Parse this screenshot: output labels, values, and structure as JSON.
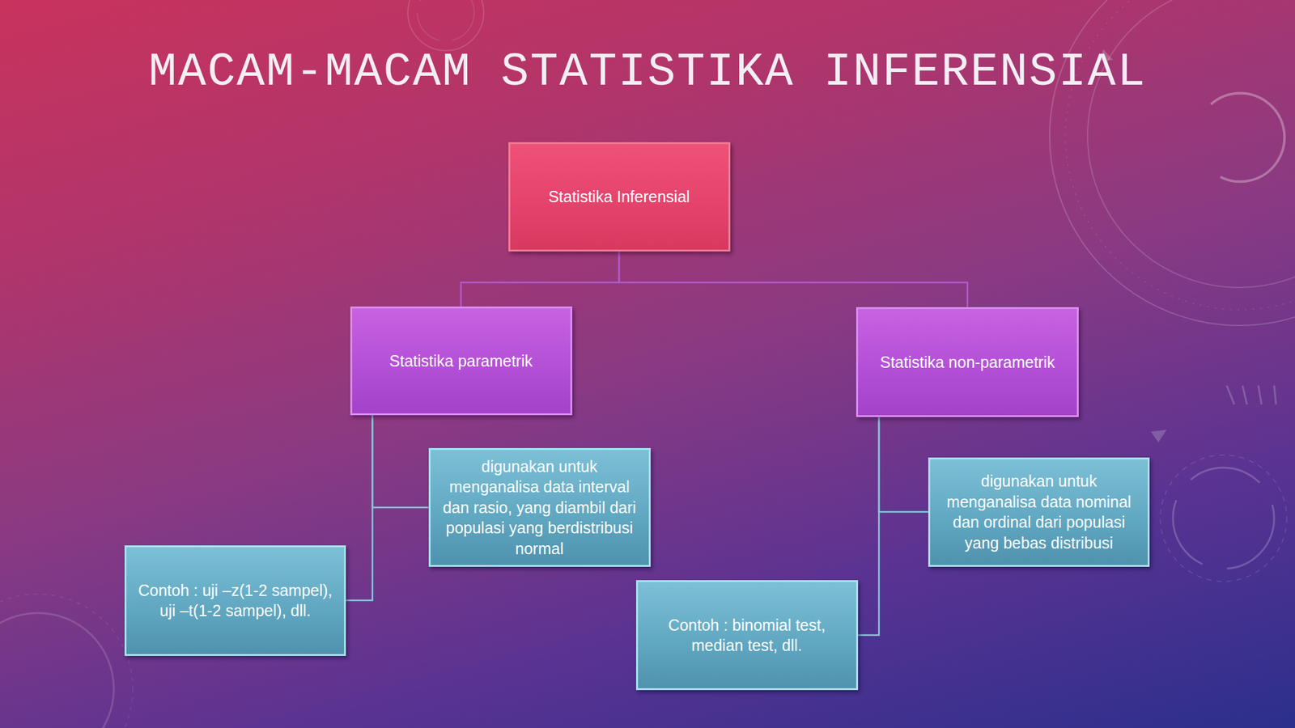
{
  "diagram": {
    "title": "MACAM-MACAM STATISTIKA INFERENSIAL",
    "nodes": [
      {
        "text": [
          "Statistika Inferensial"
        ]
      },
      {
        "text": [
          "Statistika parametrik"
        ]
      },
      {
        "text": [
          "Statistika non-parametrik"
        ]
      },
      {
        "text": [
          "digunakan untuk menganalisa data interval dan rasio, yang diambil dari populasi yang berdistribusi normal"
        ]
      },
      {
        "text": [
          "Contoh : uji –z(1-2 sampel), uji –t(1-2 sampel), dll."
        ]
      },
      {
        "text": [
          "digunakan untuk menganalisa data nominal dan ordinal dari populasi yang bebas distribusi"
        ]
      },
      {
        "text": [
          "Contoh : binomial test, median test, dll."
        ]
      }
    ],
    "edges": [
      {
        "from": 0,
        "to": 1,
        "arrow": "none"
      },
      {
        "from": 0,
        "to": 2,
        "arrow": "none"
      },
      {
        "from": 1,
        "to": 3,
        "arrow": "none"
      },
      {
        "from": 1,
        "to": 4,
        "arrow": "none"
      },
      {
        "from": 2,
        "to": 5,
        "arrow": "none"
      },
      {
        "from": 2,
        "to": 6,
        "arrow": "none"
      }
    ]
  }
}
